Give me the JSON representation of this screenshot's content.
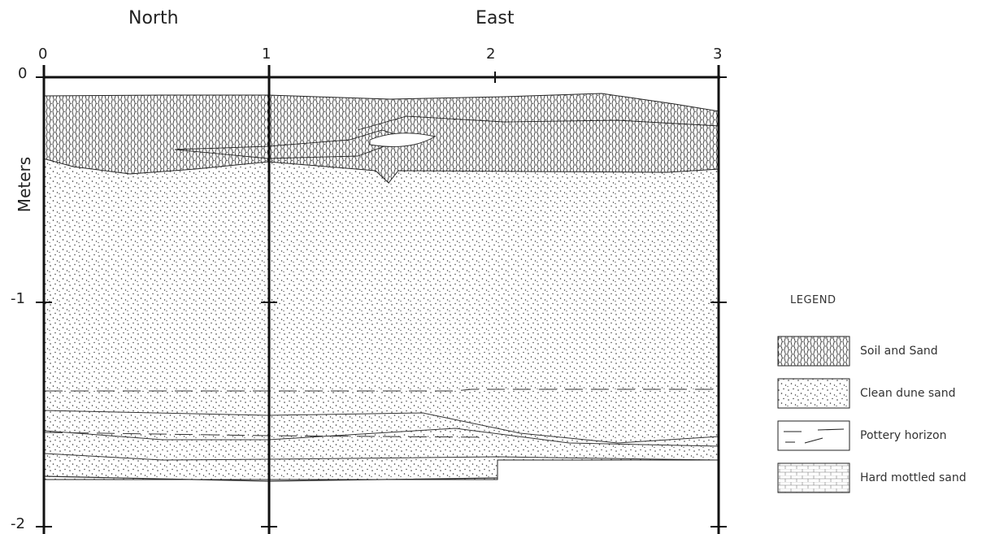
{
  "walls": {
    "north": "North",
    "east": "East"
  },
  "x_ticks": [
    "0",
    "1",
    "2",
    "3"
  ],
  "y_ticks": [
    "0",
    "-1",
    "-2"
  ],
  "y_axis_title": "Meters",
  "legend": {
    "title": "LEGEND",
    "items": [
      {
        "label": "Soil and Sand",
        "pattern": "soil"
      },
      {
        "label": "Clean dune sand",
        "pattern": "sand"
      },
      {
        "label": "Pottery horizon",
        "pattern": "pottery"
      },
      {
        "label": "Hard mottled sand",
        "pattern": "mottled"
      }
    ]
  },
  "colors": {
    "line": "#1a1a1a",
    "background": "#ffffff"
  }
}
